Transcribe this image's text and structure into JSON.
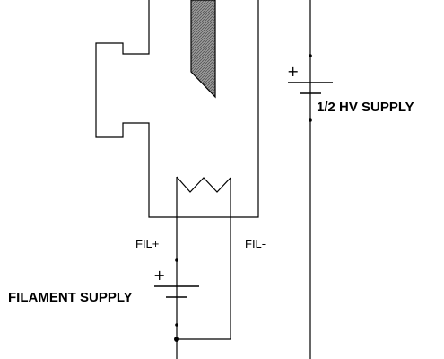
{
  "labels": {
    "hv_supply": "1/2 HV SUPPLY",
    "filament_supply": "FILAMENT SUPPLY",
    "fil_plus": "FIL+",
    "fil_minus": "FIL-",
    "plus_sign": "+"
  },
  "colors": {
    "wire": "#000000",
    "electrode_fill": "#808080",
    "background": "#ffffff"
  }
}
